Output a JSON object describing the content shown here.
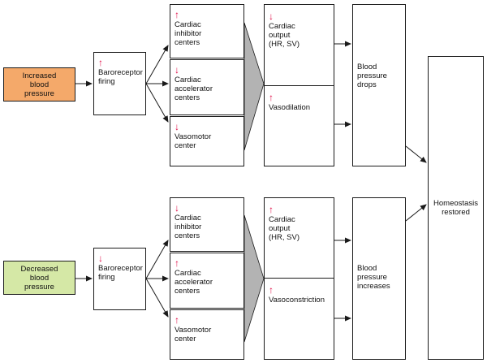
{
  "colors": {
    "increase_box": "#f4a96a",
    "decrease_box": "#d5e8a6",
    "trend_arrow": "#e0114a",
    "line": "#1a1a1a",
    "merge_arrow": "#b3b3b3"
  },
  "top": {
    "stimulus": "Increased\nblood\npressure",
    "baroreceptor": {
      "arrow": "↑",
      "label": "Baroreceptor\nfiring"
    },
    "centers": [
      {
        "arrow": "↑",
        "label": "Cardiac\ninhibitor\ncenters"
      },
      {
        "arrow": "↓",
        "label": "Cardiac\naccelerator\ncenters"
      },
      {
        "arrow": "↓",
        "label": "Vasomotor\ncenter"
      }
    ],
    "effects": [
      {
        "arrow": "↓",
        "label": "Cardiac\noutput\n(HR, SV)"
      },
      {
        "arrow": "↑",
        "label": "Vasodilation"
      }
    ],
    "result": "Blood\npressure\ndrops"
  },
  "bottom": {
    "stimulus": "Decreased\nblood\npressure",
    "baroreceptor": {
      "arrow": "↓",
      "label": "Baroreceptor\nfiring"
    },
    "centers": [
      {
        "arrow": "↓",
        "label": "Cardiac\ninhibitor\ncenters"
      },
      {
        "arrow": "↑",
        "label": "Cardiac\naccelerator\ncenters"
      },
      {
        "arrow": "↑",
        "label": "Vasomotor\ncenter"
      }
    ],
    "effects": [
      {
        "arrow": "↑",
        "label": "Cardiac\noutput\n(HR, SV)"
      },
      {
        "arrow": "↑",
        "label": "Vasoconstriction"
      }
    ],
    "result": "Blood\npressure\nincreases"
  },
  "outcome": "Homeostasis\nrestored"
}
